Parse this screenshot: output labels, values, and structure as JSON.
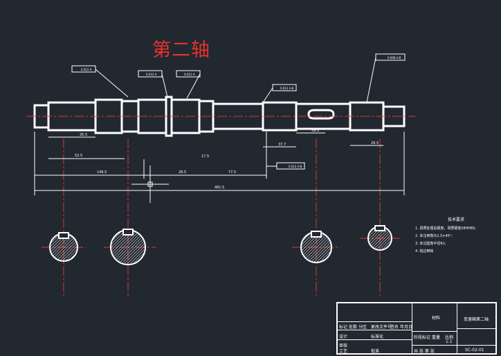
{
  "drawing": {
    "title": "第二轴",
    "dimensions": [
      "481.5",
      "146.5",
      "28.5",
      "17.5",
      "77.5",
      "52.5",
      "35.5",
      "59.5",
      "37.7",
      "29.5"
    ],
    "tolerance_frames": [
      "0.012 A",
      "0.012 A",
      "0.012 A",
      "0.008 A-B",
      "0.012 A-B",
      "0.012 A-B"
    ]
  },
  "notes": {
    "heading": "技术要求",
    "items": [
      "1. 调质处理后硬度，调质硬度280HBS;",
      "2. 未注倒角为1.5×45°;",
      "3. 未注圆角半径R1;",
      "4. 锐边倒钝"
    ]
  },
  "title_block": {
    "name": "变速箱第二轴",
    "code": "SC-02-01",
    "scale": "1:1",
    "stage_mark": "阶段标记",
    "weight": "重量",
    "ratio": "比例",
    "mark": "标记",
    "count": "处数",
    "zone": "分区",
    "change_doc": "更改文件号",
    "sign": "签名",
    "date": "年月日",
    "design": "设计",
    "standard": "标准化",
    "review": "审核",
    "process": "工艺",
    "approve": "批准",
    "sheet": "共 张 第 张",
    "material_box": "材料"
  }
}
